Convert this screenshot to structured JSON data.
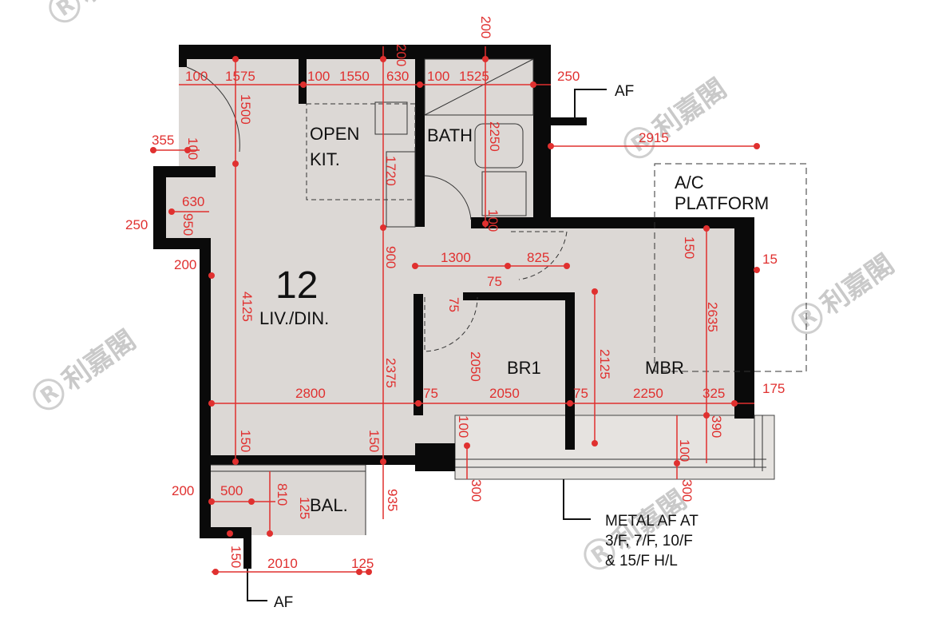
{
  "rooms": {
    "open_kitchen_line1": "OPEN",
    "open_kitchen_line2": "KIT.",
    "bath": "BATH",
    "ac_line1": "A/C",
    "ac_line2": "PLATFORM",
    "unit_number": "12",
    "living_dining": "LIV./DIN.",
    "br1": "BR1",
    "mbr": "MBR",
    "balcony": "BAL."
  },
  "notes": {
    "af_top": "AF",
    "af_bottom": "AF",
    "metal_af_line1": "METAL AF AT",
    "metal_af_line2": "3/F, 7/F, 10/F",
    "metal_af_line3": "& 15/F H/L"
  },
  "watermark": {
    "text": "利嘉閣",
    "logo_letter": "R"
  },
  "dimensions": [
    "100",
    "1575",
    "100",
    "1550",
    "630",
    "100",
    "1525",
    "250",
    "200",
    "200",
    "1500",
    "355",
    "100",
    "630",
    "950",
    "250",
    "200",
    "2250",
    "2915",
    "1720",
    "100",
    "150",
    "15",
    "900",
    "1300",
    "825",
    "75",
    "75",
    "4125",
    "2375",
    "2050",
    "2125",
    "2635",
    "2800",
    "75",
    "2050",
    "75",
    "2250",
    "325",
    "175",
    "390",
    "100",
    "100",
    "150",
    "150",
    "200",
    "500",
    "810",
    "125",
    "935",
    "300",
    "300",
    "150",
    "2010",
    "125"
  ],
  "colors": {
    "floor": "#dcd8d5",
    "wall": "#0a0a0a",
    "dimension": "#e0302f"
  }
}
